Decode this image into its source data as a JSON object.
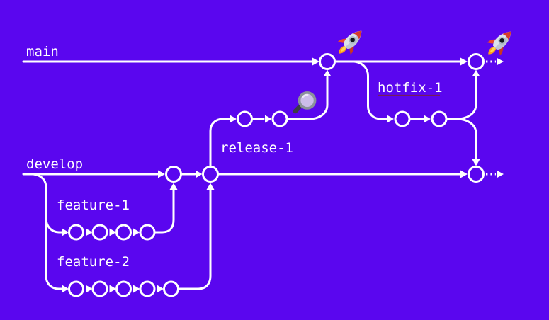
{
  "page": {
    "background_color": "#5a06ef",
    "line_color": "#ffffff",
    "text_color": "#ffffff"
  },
  "labels": {
    "main": "main",
    "develop": "develop",
    "feature_1": "feature-1",
    "feature_2": "feature-2",
    "release_1": "release-1",
    "hotfix_1": "hotfix-1"
  },
  "diagram": {
    "type": "git-flow-branching",
    "branches": [
      {
        "label": "main",
        "lane": "top",
        "commit_nodes": 2,
        "continues": "dotted-arrow-right"
      },
      {
        "label": "develop",
        "lane": "middle",
        "commit_nodes": 3,
        "continues": "dotted-arrow-right"
      },
      {
        "label": "release-1",
        "branched_from": "develop",
        "merges_into": "main",
        "commit_nodes": 2
      },
      {
        "label": "hotfix-1",
        "branched_from": "main",
        "merges_into": "main and develop",
        "commit_nodes": 2
      },
      {
        "label": "feature-1",
        "branched_from": "develop",
        "merges_into": "develop",
        "commit_nodes": 4
      },
      {
        "label": "feature-2",
        "branched_from": "develop",
        "merges_into": "develop",
        "commit_nodes": 5
      }
    ],
    "icons": [
      {
        "name": "rocket-icon",
        "glyph": "🚀",
        "count": 2,
        "location": "above each merge commit on main"
      },
      {
        "name": "magnifier-icon",
        "glyph": "🔍",
        "count": 1,
        "location": "on release-1 line before merge up to main"
      }
    ]
  }
}
